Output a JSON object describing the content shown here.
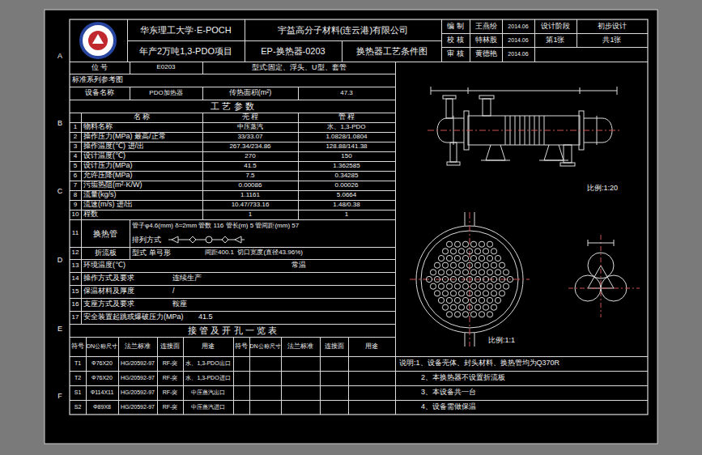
{
  "diagram": {
    "title": "换热器工艺条件图",
    "labels": [
      "华东理工大学·E-POCH",
      "宇益高分子材料(连云港)有限公司",
      "年产2万吨1,3-PDO项目",
      "EP-换热器-0203",
      "编 制",
      "王燕纷",
      "2014.06",
      "设计阶段",
      "初步设计",
      "校 核",
      "特林股",
      "2014.06",
      "第1张",
      "共1张",
      "审 核",
      "黄德艳",
      "2014.06",
      "位 号",
      "E0203",
      "型式:固定、浮头、U型、套管",
      "标准系列参考图",
      "设备名称",
      "PDO加热器",
      "传热面积(m²)",
      "47.3",
      "工 艺 参 数",
      "名 称",
      "壳 程",
      "管 程",
      "1",
      "物料名称",
      "中压蒸汽",
      "水、1,3-PDO",
      "2",
      "操作压力(MPa) 最高/正常",
      "33/33.07",
      "1.0828/1.0804",
      "3",
      "操作温度(℃) 进/出",
      "267.34/234.86",
      "128.88/141.38",
      "4",
      "设计温度(℃)",
      "270",
      "150",
      "5",
      "设计压力(MPa)",
      "41.5",
      "1.362585",
      "6",
      "允许压降(MPa)",
      "7.5",
      "0.34285",
      "7",
      "污垢热阻(m²·K/W)",
      "0.00086",
      "0.00026",
      "8",
      "流量(kg/s)",
      "1.1161",
      "5.0664",
      "9",
      "流速(m/s) 进/出",
      "10.47/733.16",
      "1.48/0.38",
      "10",
      "程数",
      "1",
      "1",
      "11",
      "换热管",
      "管子φ4.6(mm) δ=2mm 管数 116 管长(m) 5 管间距(mm) 57",
      "排列方式",
      "12",
      "折流板",
      "型式 单弓形",
      "间距400.1  切口宽度(直径43.96%)",
      "13",
      "环境温度(℃)",
      "常温",
      "14",
      "操作方式及要求",
      "连续生产",
      "15",
      "保温材料及厚度",
      "/",
      "16",
      "支座方式及要求",
      "鞍座",
      "17",
      "安全装置起跳或爆破压力(MPa)",
      "41.5",
      "接 管 及 开 孔 一 览 表",
      "符号",
      "DN公称尺寸",
      "法兰标准",
      "连接面",
      "用途",
      "符号",
      "DN公称尺寸",
      "法兰标准",
      "连接面",
      "用途",
      "T1",
      "Φ76X20",
      "HG/20592-97",
      "RF-突",
      "水、1,3-PDO出口",
      "T2",
      "Φ76X20",
      "HG/20592-97",
      "RF-突",
      "水、1,3-PDO进口",
      "S1",
      "Φ114X11",
      "HG/20592-97",
      "RF-突",
      "中压蒸汽出口",
      "S2",
      "Φ89X8",
      "HG/20592-97",
      "RF-突",
      "中压蒸汽进口",
      "说明:1、设备壳体、封头材料、换热管均为Q370R",
      "2、本换热器不设置折流板",
      "3、本设备共一台",
      "4、设备需做保温",
      "比例:1:20",
      "比例:1:1",
      "A",
      "B",
      "C",
      "D",
      "E",
      "F"
    ]
  }
}
